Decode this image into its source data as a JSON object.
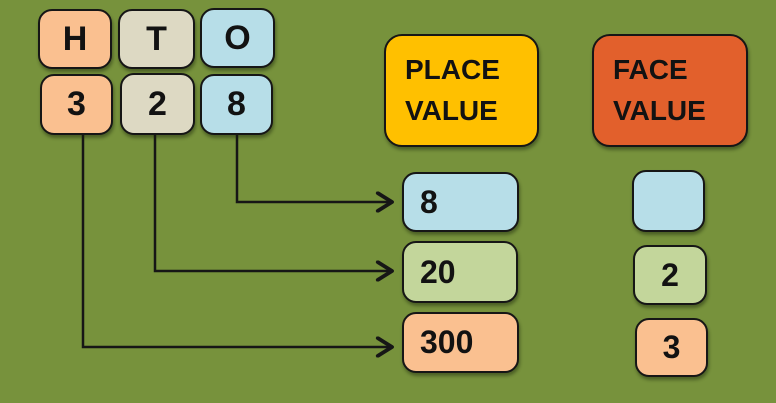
{
  "colors": {
    "background": "#77923C",
    "peach": "#FAC090",
    "tan": "#DDD9C3",
    "light_blue": "#B7DEE8",
    "light_green": "#C3D69B",
    "gold": "#FFC000",
    "orange_red": "#E2602C",
    "line": "#161616"
  },
  "columns": [
    {
      "label": "H",
      "digit": "3"
    },
    {
      "label": "T",
      "digit": "2"
    },
    {
      "label": "O",
      "digit": "8"
    }
  ],
  "place_value": {
    "header": "PLACE VALUE",
    "items": [
      {
        "value": "8"
      },
      {
        "value": "20"
      },
      {
        "value": "300"
      }
    ]
  },
  "face_value": {
    "header": "FACE VALUE",
    "items": [
      {
        "value": ""
      },
      {
        "value": "2"
      },
      {
        "value": "3"
      }
    ]
  }
}
